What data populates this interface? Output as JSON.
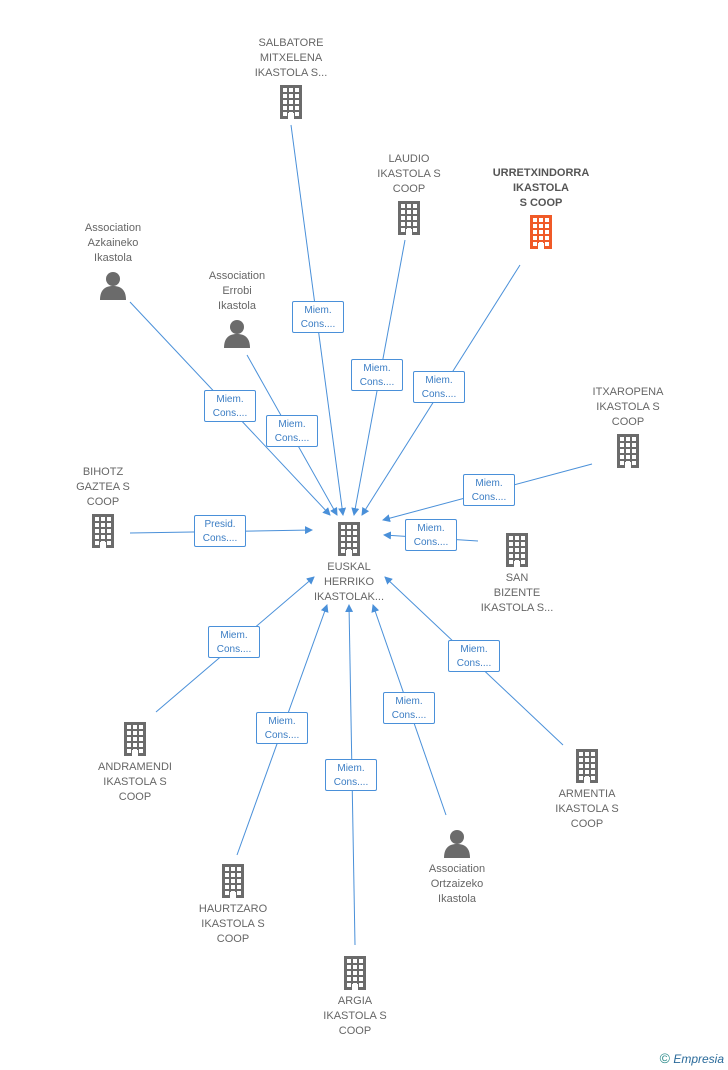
{
  "colors": {
    "edge": "#4a90d9",
    "icon": "#6b6b6b",
    "focus": "#f05a28"
  },
  "nodes": [
    {
      "id": "salbatore",
      "type": "company",
      "label": "SALBATORE\nMITXELENA\nIKASTOLA S..."
    },
    {
      "id": "laudio",
      "type": "company",
      "label": "LAUDIO\nIKASTOLA S\nCOOP"
    },
    {
      "id": "urretx",
      "type": "company",
      "focus": true,
      "label": "URRETXINDORRA\nIKASTOLA\nS COOP"
    },
    {
      "id": "azkaineko",
      "type": "person",
      "label": "Association\nAzkaineko\nIkastola"
    },
    {
      "id": "errobi",
      "type": "person",
      "label": "Association\nErrobi\nIkastola"
    },
    {
      "id": "itxaropena",
      "type": "company",
      "label": "ITXAROPENA\nIKASTOLA S\nCOOP"
    },
    {
      "id": "bihotz",
      "type": "company",
      "label": "BIHOTZ\nGAZTEA S\nCOOP"
    },
    {
      "id": "euskal",
      "type": "company",
      "label": "EUSKAL\nHERRIKO\nIKASTOLAK..."
    },
    {
      "id": "sanbizente",
      "type": "company",
      "label": "SAN\nBIZENTE\nIKASTOLA S..."
    },
    {
      "id": "andramendi",
      "type": "company",
      "label": "ANDRAMENDI\nIKASTOLA S\nCOOP"
    },
    {
      "id": "armentia",
      "type": "company",
      "label": "ARMENTIA\nIKASTOLA S\nCOOP"
    },
    {
      "id": "ortzaizeko",
      "type": "person",
      "label": "Association\nOrtzaizeko\nIkastola"
    },
    {
      "id": "haurtzaro",
      "type": "company",
      "label": "HAURTZARO\nIKASTOLA S\nCOOP"
    },
    {
      "id": "argia",
      "type": "company",
      "label": "ARGIA\nIKASTOLA S\nCOOP"
    }
  ],
  "edges": [
    {
      "from": "salbatore",
      "to": "euskal",
      "label": "Miem.\nCons...."
    },
    {
      "from": "laudio",
      "to": "euskal",
      "label": "Miem.\nCons...."
    },
    {
      "from": "urretx",
      "to": "euskal",
      "label": "Miem.\nCons...."
    },
    {
      "from": "azkaineko",
      "to": "euskal",
      "label": "Miem.\nCons...."
    },
    {
      "from": "errobi",
      "to": "euskal",
      "label": "Miem.\nCons...."
    },
    {
      "from": "itxaropena",
      "to": "euskal",
      "label": "Miem.\nCons...."
    },
    {
      "from": "bihotz",
      "to": "euskal",
      "label": "Presid.\nCons...."
    },
    {
      "from": "sanbizente",
      "to": "euskal",
      "label": "Miem.\nCons...."
    },
    {
      "from": "andramendi",
      "to": "euskal",
      "label": "Miem.\nCons...."
    },
    {
      "from": "armentia",
      "to": "euskal",
      "label": "Miem.\nCons...."
    },
    {
      "from": "ortzaizeko",
      "to": "euskal",
      "label": "Miem.\nCons...."
    },
    {
      "from": "haurtzaro",
      "to": "euskal",
      "label": "Miem.\nCons...."
    },
    {
      "from": "argia",
      "to": "euskal",
      "label": "Miem.\nCons...."
    }
  ],
  "footer": {
    "copyright_symbol": "©",
    "brand": "Empresia"
  }
}
